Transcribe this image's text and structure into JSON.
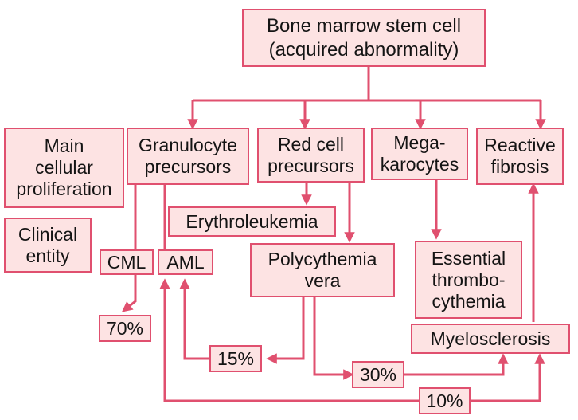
{
  "colors": {
    "line": "#e0506f",
    "box_fill": "#fde3e3",
    "text": "#141414"
  },
  "root": {
    "line1": "Bone marrow stem cell",
    "line2": "(acquired abnormality)"
  },
  "legend": {
    "main_line1": "Main",
    "main_line2": "cellular",
    "main_line3": "proliferation",
    "clinical_line1": "Clinical",
    "clinical_line2": "entity"
  },
  "proliferations": {
    "granulocyte_line1": "Granulocyte",
    "granulocyte_line2": "precursors",
    "redcell_line1": "Red cell",
    "redcell_line2": "precursors",
    "mega_line1": "Mega-",
    "mega_line2": "karocytes",
    "fibrosis_line1": "Reactive",
    "fibrosis_line2": "fibrosis"
  },
  "entities": {
    "erythroleukemia": "Erythroleukemia",
    "polycythemia_line1": "Polycythemia",
    "polycythemia_line2": "vera",
    "cml": "CML",
    "aml": "AML",
    "essential_line1": "Essential",
    "essential_line2": "thrombo-",
    "essential_line3": "cythemia",
    "myelosclerosis": "Myelosclerosis"
  },
  "percentages": {
    "cml_pct": "70%",
    "aml_from_pv_pct": "15%",
    "myelo_from_pv_pct": "30%",
    "aml_from_myelo_pct": "10%"
  }
}
